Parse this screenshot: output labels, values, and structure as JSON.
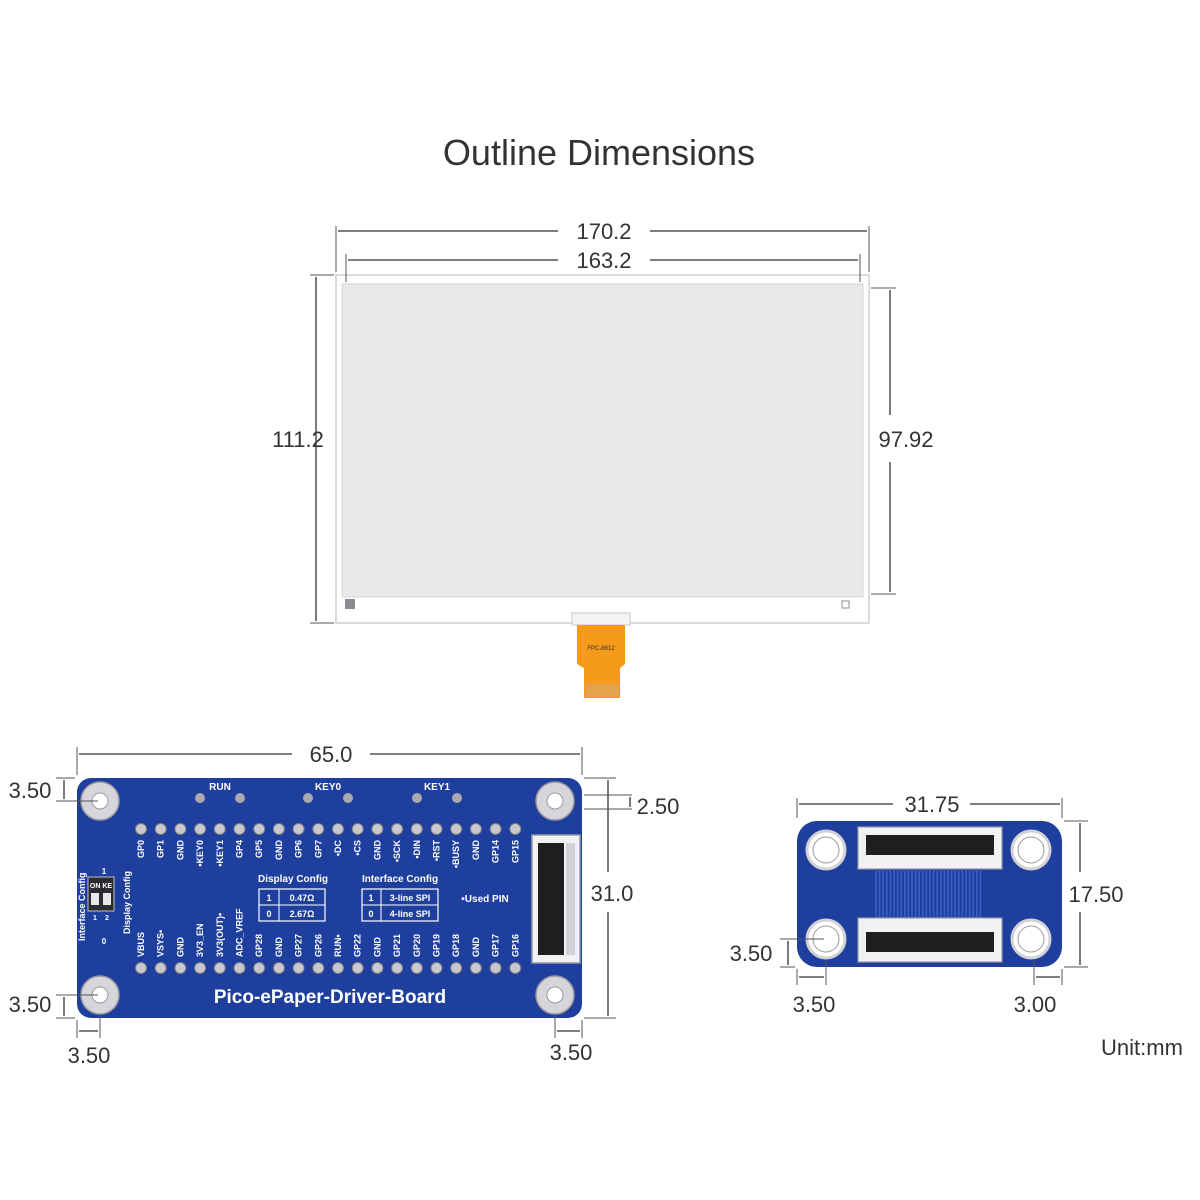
{
  "title": "Outline Dimensions",
  "unit_label": "Unit:mm",
  "colors": {
    "board": "#1e3f9e",
    "board_dark": "#162f7a",
    "fpc": "#f59a1a",
    "panel": "#e9e9ec"
  },
  "epaper": {
    "outer_width": "170.2",
    "active_width": "163.2",
    "outer_height": "111.2",
    "active_height": "97.92",
    "fpc_code": "FPC-8612"
  },
  "driver_board": {
    "width": "65.0",
    "height": "31.0",
    "hole_offset_top": "3.50",
    "hole_offset_bottom": "3.50",
    "hole_offset_left": "3.50",
    "hole_offset_right": "3.50",
    "header_offset_top": "2.50",
    "board_name": "Pico-ePaper-Driver-Board",
    "buttons": [
      "RUN",
      "KEY0",
      "KEY1"
    ],
    "top_pins": [
      "GP0",
      "GP1",
      "GND",
      "•KEY0",
      "•KEY1",
      "GP4",
      "GP5",
      "GND",
      "GP6",
      "GP7",
      "•DC",
      "•CS",
      "GND",
      "•SCK",
      "•DIN",
      "•RST",
      "•BUSY",
      "GND",
      "GP14",
      "GP15"
    ],
    "bottom_pins": [
      "VBUS",
      "VSYS•",
      "GND",
      "3V3_EN",
      "3V3(OUT)•",
      "ADC_VREF",
      "GP28",
      "GND",
      "GP27",
      "GP26",
      "RUN•",
      "GP22",
      "GND",
      "GP21",
      "GP20",
      "GP19",
      "GP18",
      "GND",
      "GP17",
      "GP16"
    ],
    "display_config": {
      "title": "Display Config",
      "rows": [
        {
          "key": "1",
          "value": "0.47Ω"
        },
        {
          "key": "0",
          "value": "2.67Ω"
        }
      ]
    },
    "interface_config": {
      "title": "Interface Config",
      "rows": [
        {
          "key": "1",
          "value": "3-line SPI"
        },
        {
          "key": "0",
          "value": "4-line SPI"
        }
      ]
    },
    "used_pin_label": "•Used PIN",
    "switch": {
      "interface_label": "Interface Config",
      "display_label": "Display Config",
      "on_label": "ON KE",
      "pos1": "1",
      "pos2": "2",
      "top_num": "1",
      "off_num": "0"
    }
  },
  "adapter_board": {
    "width": "31.75",
    "height": "17.50",
    "hole_offset_bottom": "3.50",
    "hole_offset_left": "3.50",
    "hole_offset_right": "3.00"
  }
}
